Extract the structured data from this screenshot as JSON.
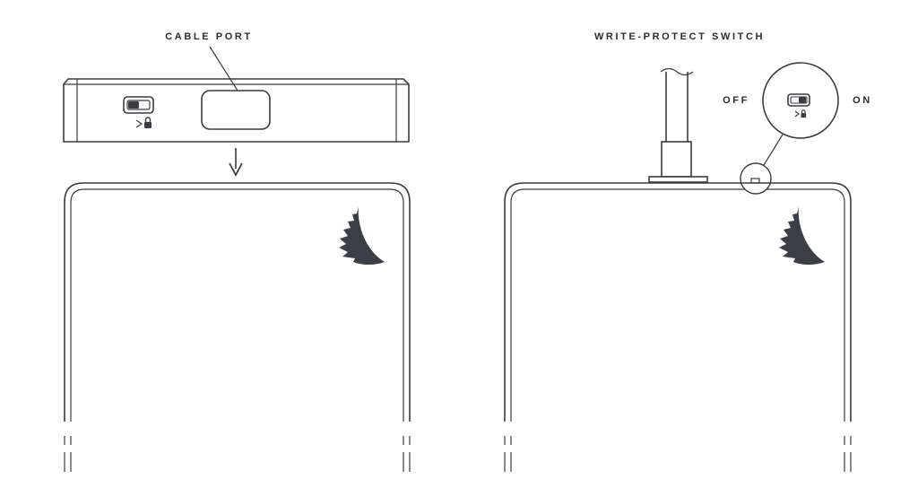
{
  "callouts": {
    "cable_port": "CABLE PORT",
    "write_protect_switch": "WRITE-PROTECT SWITCH",
    "off": "OFF",
    "on": "ON"
  },
  "icons": {
    "logo": "angelbird-wing-logo",
    "lock": "lock-icon",
    "arrow": "arrow-down-icon"
  },
  "colors": {
    "line": "#3a3c40",
    "logo": "#3a4045",
    "text": "#2b2d31"
  }
}
